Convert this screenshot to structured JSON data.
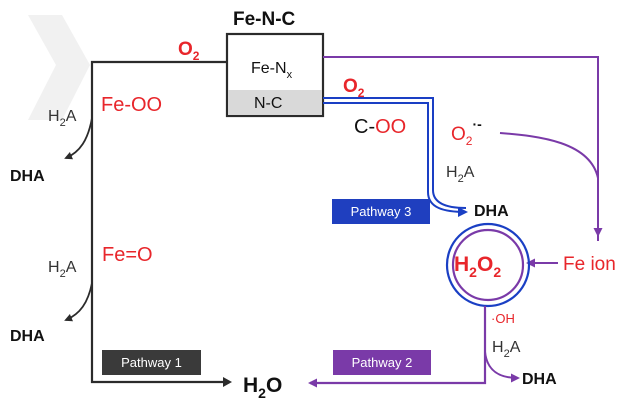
{
  "catalyst": {
    "title": "Fe-N-C",
    "site_fe": "Fe-N",
    "site_fe_sub": "x",
    "site_nc": "N-C"
  },
  "species": {
    "o2_left": "O",
    "o2_left_sub": "2",
    "o2_right": "O",
    "o2_right_sub": "2",
    "fe_oo_fe": "Fe-",
    "fe_oo_oo": "OO",
    "fe_o_fe": "Fe",
    "fe_o_eq": "=",
    "fe_o_o": "O",
    "c_oo_c": "C-",
    "c_oo_oo": "OO",
    "superoxide": "O",
    "superoxide_sub": "2",
    "superoxide_sup": "·-",
    "h2o2_h": "H",
    "h2o2_sub1": "2",
    "h2o2_o": "O",
    "h2o2_sub2": "2",
    "h2o_h": "H",
    "h2o_sub": "2",
    "h2o_o": "O",
    "fe_ion": "Fe ion",
    "oh_radical": "·OH"
  },
  "reagents": {
    "h2a_1": "H",
    "h2a_1_sub": "2",
    "h2a_1_end": "A",
    "h2a_2": "H",
    "h2a_2_sub": "2",
    "h2a_2_end": "A",
    "h2a_3": "H",
    "h2a_3_sub": "2",
    "h2a_3_end": "A",
    "h2a_4": "H",
    "h2a_4_sub": "2",
    "h2a_4_end": "A",
    "dha_1": "DHA",
    "dha_2": "DHA",
    "dha_3": "DHA",
    "dha_4": "DHA"
  },
  "pathways": {
    "p1": "Pathway 1",
    "p2": "Pathway 2",
    "p3": "Pathway 3"
  },
  "colors": {
    "red": "#e8262b",
    "purple": "#7a3aa8",
    "blue": "#1a3fc4",
    "dark": "#2b2b2b",
    "p1_box": "#3a3a3a",
    "p2_box": "#7a3aa8",
    "p3_box": "#1f3fbf",
    "nc_fill": "#d9d9d9",
    "watermark": "#ececec"
  }
}
